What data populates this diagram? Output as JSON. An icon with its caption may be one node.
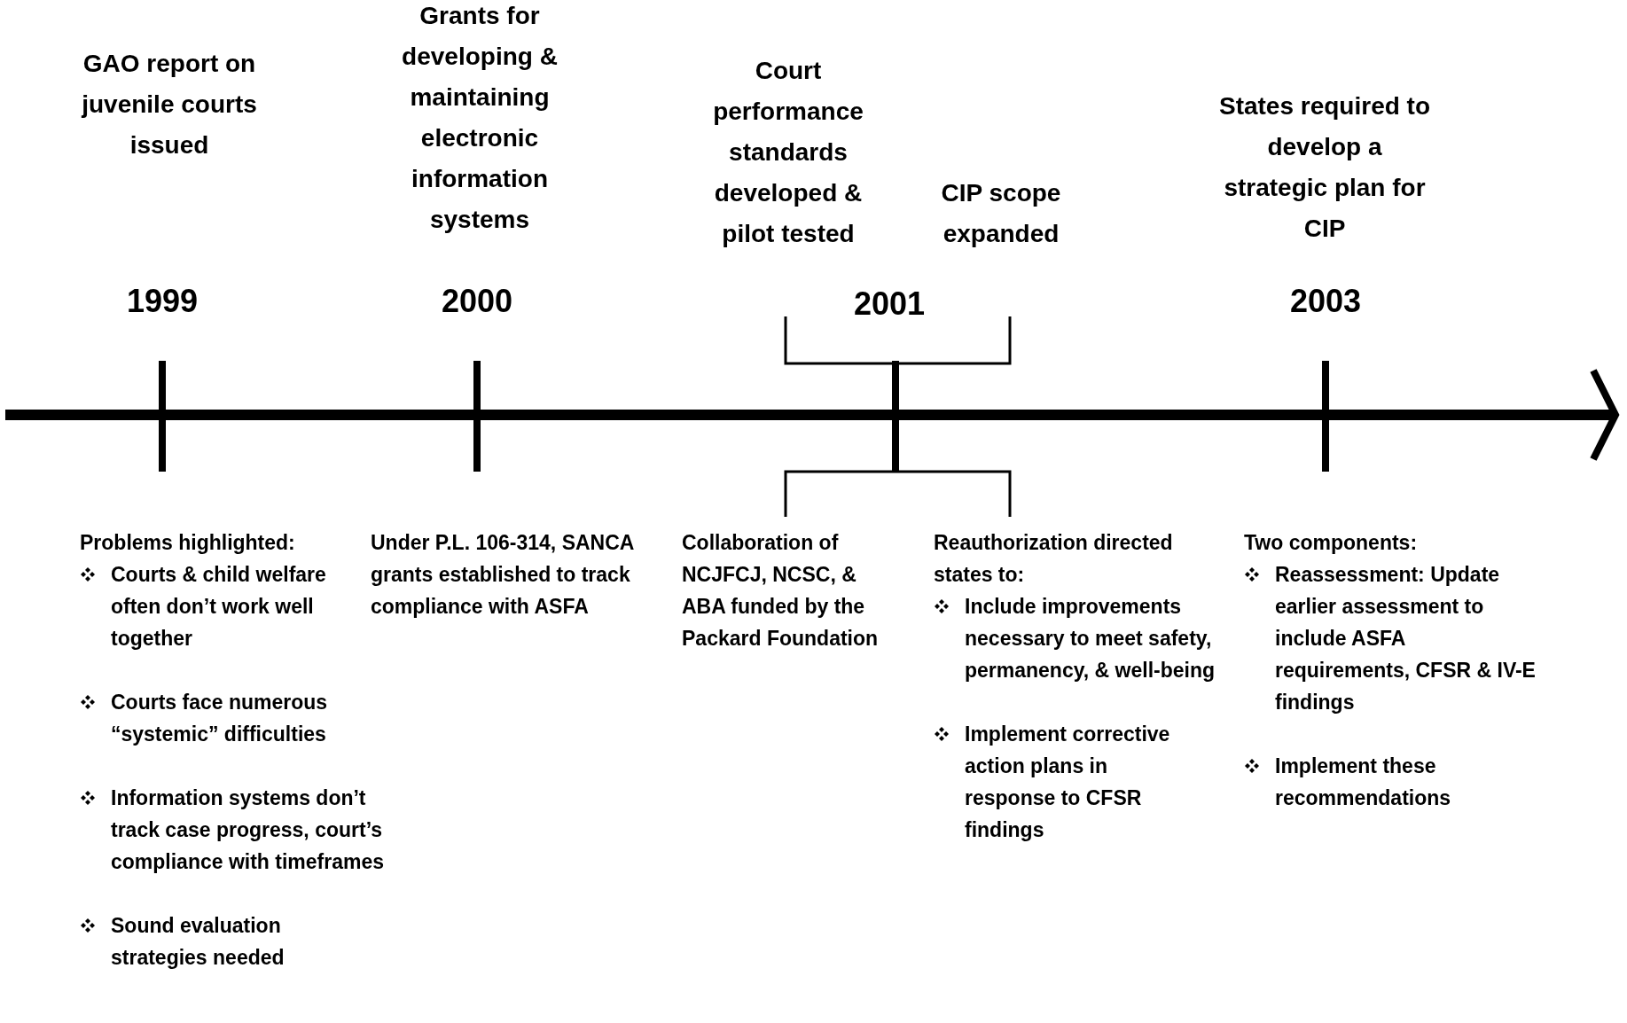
{
  "diagram": {
    "labels": [
      "GAO report on juvenile courts issued",
      "Grants for developing & maintaining electronic information systems",
      "Court performance standards developed & pilot tested",
      "CIP scope expanded",
      "States required to develop a strategic plan for CIP",
      "1999",
      "2000",
      "2001",
      "2003",
      "Problems highlighted:",
      "Courts & child welfare often don’t work well together",
      "Courts face numerous “systemic” difficulties",
      "Information systems don’t track case progress, court’s compliance with timeframes",
      "Sound evaluation strategies needed",
      "Under P.L. 106-314, SANCA grants established to track compliance with ASFA",
      "Collaboration of NCJFCJ, NCSC, & ABA funded by the Packard Foundation",
      "Reauthorization directed states to:",
      "Include improvements necessary to meet safety, permanency, & well-being",
      "Implement corrective action plans in response to CFSR findings",
      "Two components:",
      "Reassessment: Update earlier assessment to include ASFA requirements, CFSR & IV-E findings",
      "Implement these recommendations"
    ]
  }
}
